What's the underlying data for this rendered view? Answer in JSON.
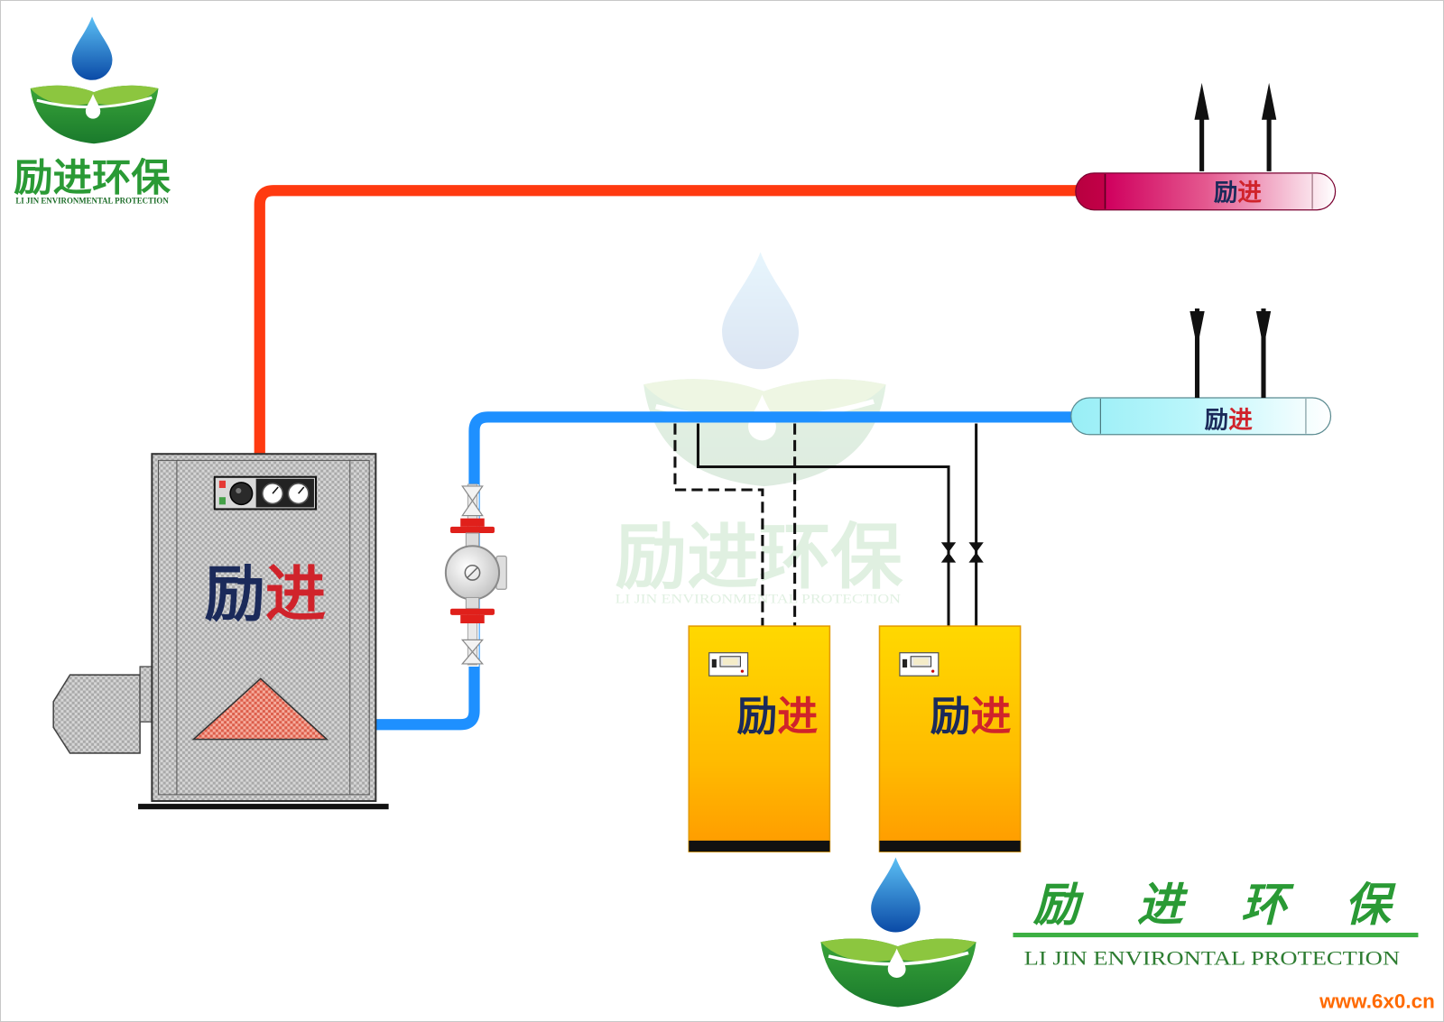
{
  "logo_top": {
    "name": "励进环保",
    "subtitle": "LI JIN ENVIRONMENTAL PROTECTION"
  },
  "watermark": {
    "name": "励进环保",
    "subtitle": "LI JIN ENVIRONMENTAL PROTECTION"
  },
  "brand_mark": [
    "励",
    "进"
  ],
  "logo_bottom": {
    "name": "励进环保",
    "subtitle": "LI JIN ENVIRONTAL PROTECTION"
  },
  "site_url": "www.6x0.cn",
  "icons": {
    "logo": "water-drop-leaf-icon",
    "pump": "circulation-pump-icon",
    "valve": "valve-icon",
    "flow_out": "arrow-up-icon",
    "flow_in": "arrow-down-icon"
  },
  "colors": {
    "supply_pipe": "#ff3a10",
    "return_pipe": "#1e90ff",
    "brand_green": "#2a9a35",
    "brand_navy": "#1b2a5a",
    "brand_red": "#d0232b",
    "unit_yellow": "#ffd200",
    "url_orange": "#ff6a00"
  }
}
